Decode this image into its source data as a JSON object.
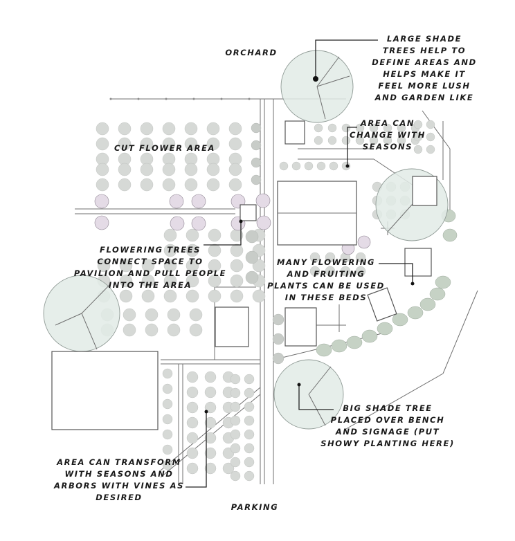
{
  "labels": {
    "orchard": "Orchard",
    "cut_flower": "Cut flower area",
    "shade_trees": "Large shade\ntrees help to\ndefine areas and\nhelps make it\nfeel more lush\nand garden like",
    "area_change": "Area can\nchange with\nseasons",
    "flowering_trees": "Flowering trees\nconnect space to\npavilion and pull people\ninto the area",
    "many_flowering": "Many flowering\nand fruiting\nplants can be used\nin these beds",
    "big_shade": "Big shade tree\nplaced over bench\nand signage (put\nshowy planting here)",
    "transform": "Area can transform\nwith seasons and\narbors with vines as\ndesired",
    "parking": "Parking"
  },
  "colors": {
    "canopy": "#e2ebe6",
    "shrub": "#d6d9d6",
    "flowering_tree": "#e4dbe6",
    "linework": "#6f6f6f",
    "text": "#1a1a1a"
  }
}
